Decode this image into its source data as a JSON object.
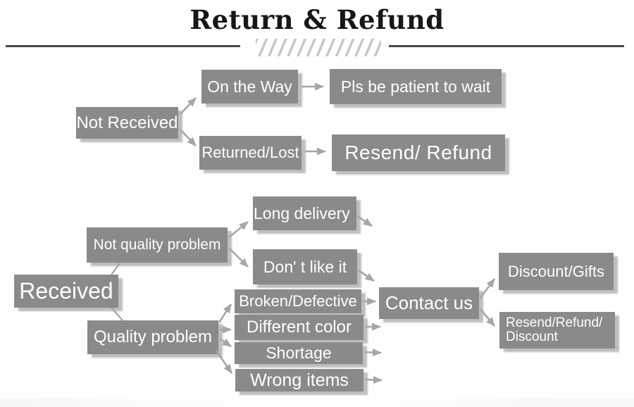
{
  "title": "Return & Refund",
  "colors": {
    "node_fill": "#8a8a8a",
    "node_text": "#ffffff",
    "arrow": "#a6a6a6",
    "title_text": "#171717",
    "divider": "#4a4a4a"
  },
  "nodes": {
    "not_received": {
      "label": "Not Received"
    },
    "on_the_way": {
      "label": "On the Way"
    },
    "pls_wait": {
      "label": "Pls be patient to wait"
    },
    "returned_lost": {
      "label": "Returned/Lost"
    },
    "resend_refund": {
      "label": "Resend/ Refund"
    },
    "received": {
      "label": "Received"
    },
    "not_quality": {
      "label": "Not quality problem"
    },
    "long_delivery": {
      "label": "Long delivery"
    },
    "dont_like": {
      "label": "Don' t like it"
    },
    "quality": {
      "label": "Quality problem"
    },
    "broken": {
      "label": "Broken/Defective"
    },
    "diff_color": {
      "label": "Different color"
    },
    "shortage": {
      "label": "Shortage"
    },
    "wrong_items": {
      "label": "Wrong items"
    },
    "contact": {
      "label": "Contact us"
    },
    "discount_gifts": {
      "label": "Discount/Gifts"
    },
    "resend_refund_discount": {
      "line1": "Resend/Refund/",
      "line2": "Discount"
    }
  },
  "edges": [
    "Not Received -> On the Way",
    "Not Received -> Returned/Lost",
    "On the Way -> Pls be patient to wait",
    "Returned/Lost -> Resend/ Refund",
    "Received -> Not quality problem",
    "Received -> Quality problem",
    "Not quality problem -> Long delivery",
    "Not quality problem -> Don' t like it",
    "Long delivery -> Contact us",
    "Don' t like it -> Contact us",
    "Quality problem -> Broken/Defective",
    "Quality problem -> Different color",
    "Quality problem -> Shortage",
    "Quality problem -> Wrong items",
    "Broken/Defective -> Contact us",
    "Different color -> Contact us",
    "Shortage -> Contact us",
    "Wrong items -> Contact us",
    "Contact us -> Discount/Gifts",
    "Contact us -> Resend/Refund/Discount"
  ]
}
